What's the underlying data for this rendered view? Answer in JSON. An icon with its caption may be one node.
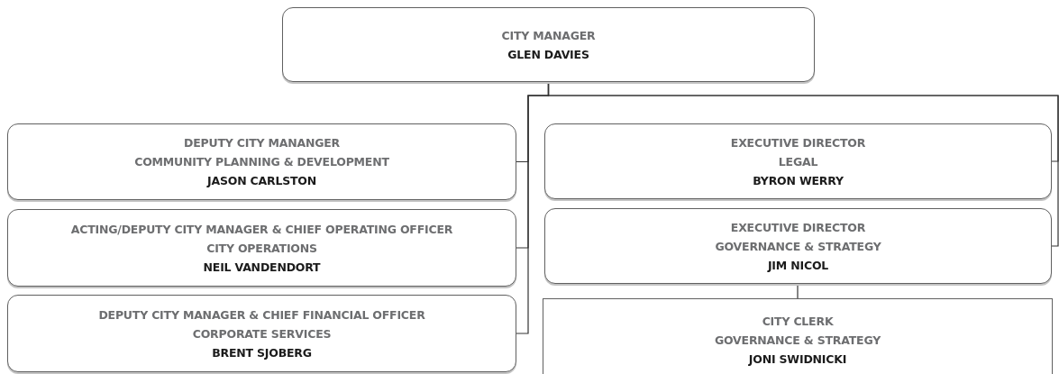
{
  "diagram": {
    "nodes": [
      {
        "text": [
          "CITY MANAGER",
          "GLEN DAVIES"
        ]
      },
      {
        "text": [
          "DEPUTY CITY MANANGER",
          "COMMUNITY PLANNING & DEVELOPMENT",
          "JASON CARLSTON"
        ]
      },
      {
        "text": [
          "ACTING/DEPUTY CITY MANAGER & CHIEF OPERATING OFFICER",
          "CITY OPERATIONS",
          "NEIL VANDENDORT"
        ]
      },
      {
        "text": [
          "DEPUTY CITY MANAGER & CHIEF FINANCIAL OFFICER",
          "CORPORATE SERVICES",
          "BRENT SJOBERG"
        ]
      },
      {
        "text": [
          "EXECUTIVE DIRECTOR",
          "LEGAL",
          "BYRON WERRY"
        ]
      },
      {
        "text": [
          "EXECUTIVE DIRECTOR",
          "GOVERNANCE & STRATEGY",
          "JIM NICOL"
        ]
      },
      {
        "text": [
          "CITY CLERK",
          "GOVERNANCE & STRATEGY",
          "JONI SWIDNICKI"
        ]
      }
    ],
    "edges": [
      {
        "from": 0,
        "to": 1,
        "arrow": "none"
      },
      {
        "from": 0,
        "to": 2,
        "arrow": "none"
      },
      {
        "from": 0,
        "to": 3,
        "arrow": "none"
      },
      {
        "from": 0,
        "to": 4,
        "arrow": "none"
      },
      {
        "from": 0,
        "to": 5,
        "arrow": "none"
      },
      {
        "from": 5,
        "to": 6,
        "arrow": "none"
      }
    ]
  }
}
